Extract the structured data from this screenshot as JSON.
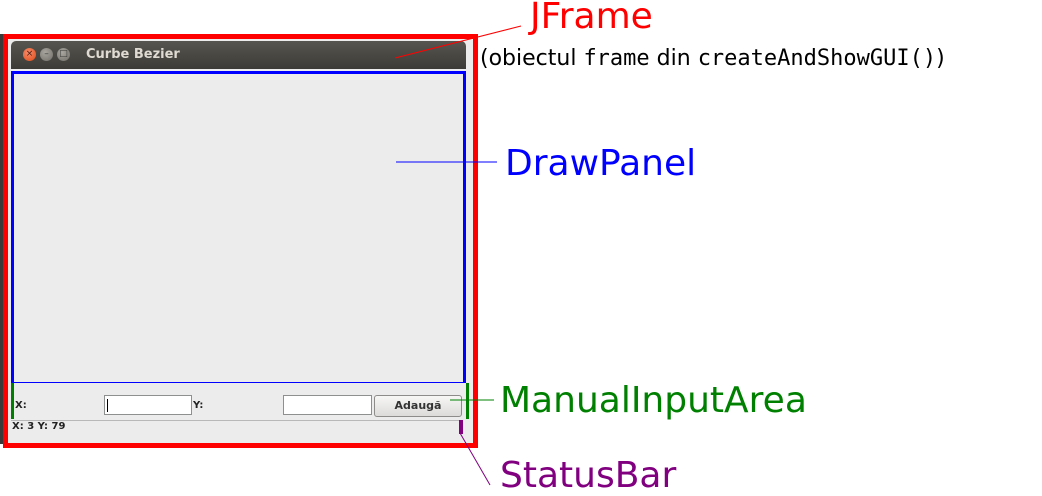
{
  "window": {
    "title": "Curbe Bezier",
    "buttons": {
      "close": "×",
      "minimize": "–",
      "maximize": "□"
    }
  },
  "input_area": {
    "x_label": "X:",
    "y_label": "Y:",
    "x_value": "",
    "y_value": "",
    "add_button_label": "Adaugă"
  },
  "status_bar": {
    "text": "X: 3 Y: 79"
  },
  "annotations": {
    "jframe": "JFrame",
    "jframe_note_prefix": "(obiectul ",
    "jframe_note_code1": "frame",
    "jframe_note_mid": " din ",
    "jframe_note_code2": "createAndShowGUI()",
    "jframe_note_suffix": ")",
    "drawpanel": "DrawPanel",
    "manual_input_area": "ManualInputArea",
    "status_bar": "StatusBar"
  },
  "colors": {
    "jframe": "#ff0000",
    "drawpanel": "#0000ff",
    "manual_input_area": "#008000",
    "status_bar": "#800080"
  }
}
